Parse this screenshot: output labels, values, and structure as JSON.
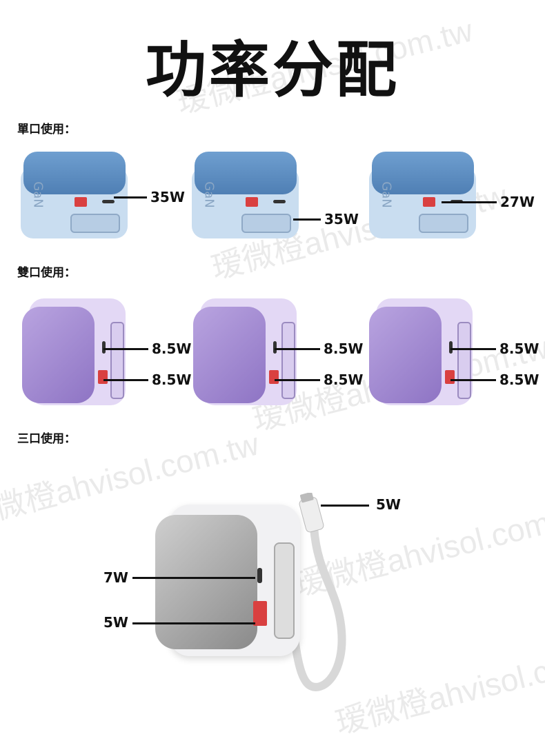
{
  "title": "功率分配",
  "watermark": "瑷微橙ahvisol.com.tw",
  "sections": {
    "single": {
      "label": "單口使用：",
      "items": [
        {
          "brand": "GaN",
          "watts": "35W"
        },
        {
          "brand": "GaN",
          "watts": "35W"
        },
        {
          "brand": "GaN",
          "watts": "27W"
        }
      ]
    },
    "dual": {
      "label": "雙口使用：",
      "items": [
        {
          "top": "8.5W",
          "bottom": "8.5W"
        },
        {
          "top": "8.5W",
          "bottom": "8.5W"
        },
        {
          "top": "8.5W",
          "bottom": "8.5W"
        }
      ]
    },
    "triple": {
      "label": "三口使用：",
      "cable": "5W",
      "usbc": "7W",
      "usba": "5W"
    }
  }
}
